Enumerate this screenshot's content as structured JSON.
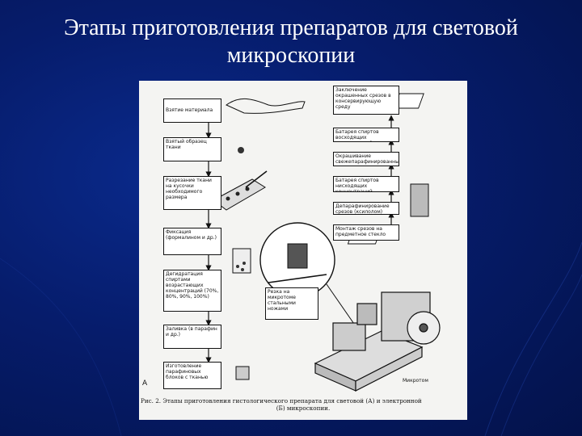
{
  "slide": {
    "title_line1": "Этапы приготовления препаратов для световой",
    "title_line2": "микроскопии"
  },
  "figure": {
    "left_steps": [
      "Взятие материала",
      "Взятый образец ткани",
      "Разрезание ткани на кусочки необходимого размера",
      "Фиксация (формалином и др.)",
      "Дегидратация спиртами возрастающих концентраций (70%, 80%, 90%, 100%)",
      "Заливка (в парафин и др.)",
      "Изготовление парафиновых блоков с тканью"
    ],
    "right_steps": [
      "Заключение окрашенных срезов в консервирующую среду",
      "Батарея спиртов восходящих концентраций",
      "Окрашивание свежепарафинированных срезов на стекле",
      "Батарея спиртов нисходящих концентраций",
      "Депарафинирование срезов (ксилолом)",
      "Монтаж срезов на предметное стекло"
    ],
    "label_microtome_cut": "Резка на микротоме стальными ножами",
    "label_microtome": "Микротом",
    "label_A": "А",
    "caption_line1": "Рис. 2. Этапы приготовления гистологического препарата для световой (А) и электронной",
    "caption_line2": "(Б) микроскопии."
  }
}
